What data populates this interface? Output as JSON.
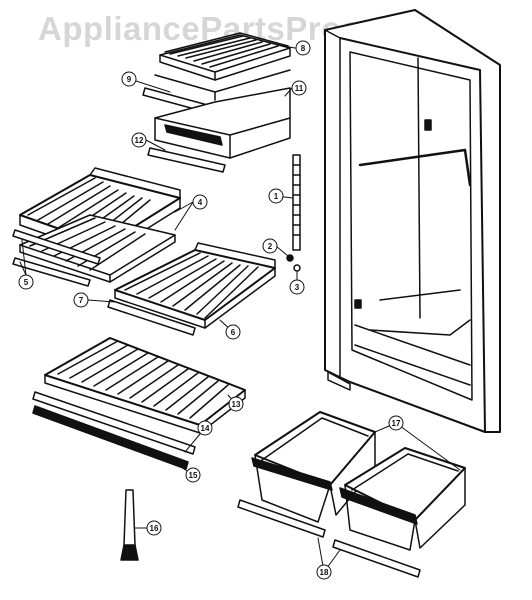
{
  "watermark": "AppliancePartsPros.com",
  "colors": {
    "ink": "#111111",
    "watermark": "#d6d6d6",
    "background": "#ffffff"
  },
  "callouts": [
    "1",
    "2",
    "3",
    "4",
    "5",
    "6",
    "7",
    "8",
    "9",
    "11",
    "12",
    "13",
    "14",
    "15",
    "16",
    "17",
    "18"
  ]
}
